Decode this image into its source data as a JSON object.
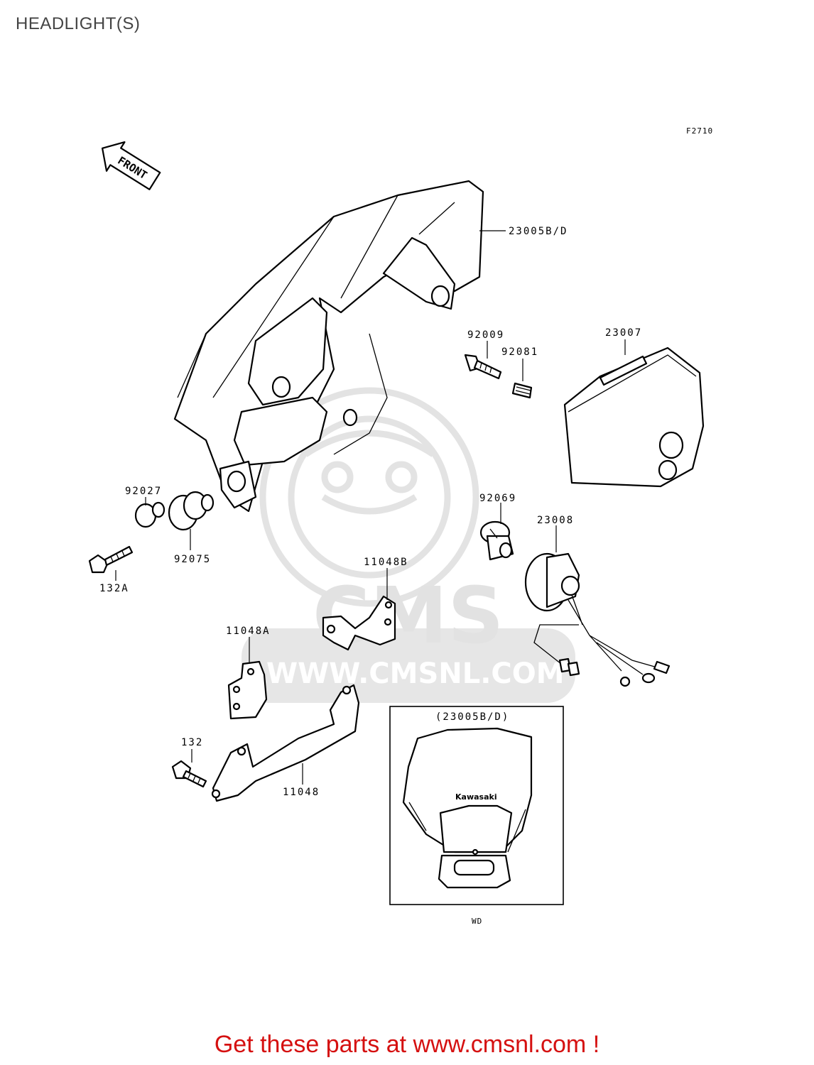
{
  "title": "HEADLIGHT(S)",
  "figure_code": "F2710",
  "front_arrow_label": "FRONT",
  "parts": [
    {
      "id": "cover",
      "label": "23005B/D"
    },
    {
      "id": "lens",
      "label": "23007"
    },
    {
      "id": "screw",
      "label": "92009"
    },
    {
      "id": "spring",
      "label": "92081"
    },
    {
      "id": "collar",
      "label": "92027"
    },
    {
      "id": "grommet",
      "label": "92075"
    },
    {
      "id": "bolt-a",
      "label": "132A"
    },
    {
      "id": "bulb",
      "label": "92069"
    },
    {
      "id": "socket",
      "label": "23008"
    },
    {
      "id": "bracket-b",
      "label": "11048B"
    },
    {
      "id": "bracket-a",
      "label": "11048A"
    },
    {
      "id": "bolt",
      "label": "132"
    },
    {
      "id": "stay",
      "label": "11048"
    }
  ],
  "inset": {
    "label": "(23005B/D)",
    "caption": "WD",
    "brand_text": "Kawasaki"
  },
  "watermark": {
    "brand": "CMS",
    "url": "WWW.CMSNL.COM"
  },
  "footer": "Get these parts at www.cmsnl.com !"
}
